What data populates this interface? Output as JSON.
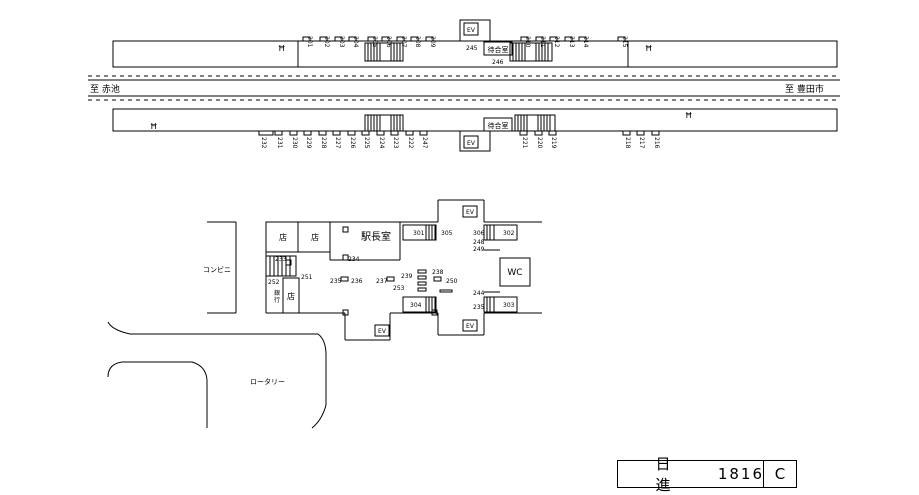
{
  "labels": {
    "west_direction": "至 赤池",
    "east_direction": "至 豊田市",
    "waiting_room": "待合室",
    "ev": "EV",
    "station_office": "駅長室",
    "shop": "店",
    "bank": "銀行",
    "wc": "WC",
    "convenience_store": "コンビニ",
    "rotary": "ロータリー",
    "phone_symbol": "Ħ"
  },
  "stations": {
    "name": "日 進",
    "code": "1816",
    "rank": "C"
  },
  "upper_platform_numbers": [
    "201",
    "202",
    "203",
    "204",
    "205",
    "206",
    "207",
    "208",
    "209",
    "210",
    "211",
    "212",
    "213",
    "214",
    "215"
  ],
  "upper_platform_extra": [
    "245",
    "246"
  ],
  "lower_platform_numbers": [
    "232",
    "231",
    "230",
    "229",
    "228",
    "227",
    "226",
    "225",
    "224",
    "223",
    "222",
    "247",
    "221",
    "220",
    "219",
    "218",
    "217",
    "216"
  ],
  "concourse_numbers": {
    "gates": [
      "301",
      "302",
      "303",
      "304",
      "305",
      "306"
    ],
    "points": [
      "233",
      "234",
      "235",
      "236",
      "237",
      "238",
      "239",
      "250",
      "251",
      "252",
      "253",
      "244",
      "248",
      "249"
    ]
  }
}
